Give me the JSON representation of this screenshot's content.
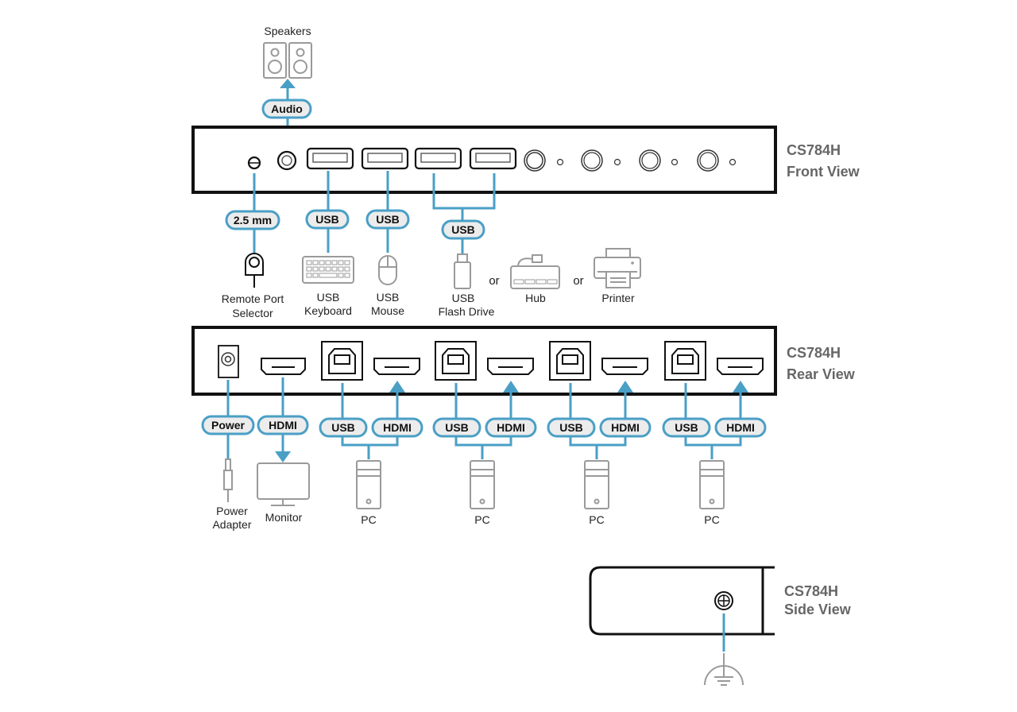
{
  "colors": {
    "cable": "#4a9fc6",
    "device_outline": "#111111",
    "peripheral": "#9a9a9a",
    "title_text": "#666666",
    "pill_fill": "#ececec"
  },
  "front_view": {
    "title_line1": "CS784H",
    "title_line2": "Front View",
    "connections": {
      "audio": {
        "pill": "Audio",
        "device": "Speakers"
      },
      "remote": {
        "pill": "2.5 mm",
        "device_line1": "Remote Port",
        "device_line2": "Selector"
      },
      "keyboard": {
        "pill": "USB",
        "device_line1": "USB",
        "device_line2": "Keyboard"
      },
      "mouse": {
        "pill": "USB",
        "device_line1": "USB",
        "device_line2": "Mouse"
      },
      "usb_hub": {
        "pill": "USB",
        "flash_line1": "USB",
        "flash_line2": "Flash Drive",
        "or1": "or",
        "hub": "Hub",
        "or2": "or",
        "printer": "Printer"
      }
    }
  },
  "rear_view": {
    "title_line1": "CS784H",
    "title_line2": "Rear View",
    "power": {
      "pill": "Power",
      "device_line1": "Power",
      "device_line2": "Adapter"
    },
    "console_hdmi": {
      "pill": "HDMI",
      "device": "Monitor"
    },
    "pc_ports": [
      {
        "usb_pill": "USB",
        "hdmi_pill": "HDMI",
        "device": "PC"
      },
      {
        "usb_pill": "USB",
        "hdmi_pill": "HDMI",
        "device": "PC"
      },
      {
        "usb_pill": "USB",
        "hdmi_pill": "HDMI",
        "device": "PC"
      },
      {
        "usb_pill": "USB",
        "hdmi_pill": "HDMI",
        "device": "PC"
      }
    ]
  },
  "side_view": {
    "title_line1": "CS784H",
    "title_line2": "Side View",
    "ground": "ground-icon"
  }
}
